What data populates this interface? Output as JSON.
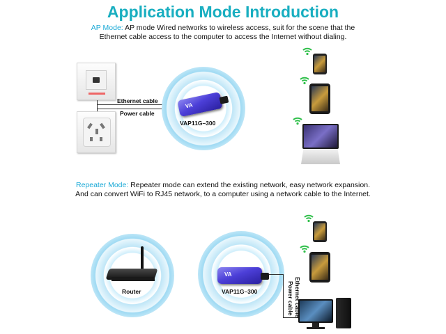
{
  "title": "Application Mode Introduction",
  "ap_mode": {
    "name": "AP Mode:",
    "line1": "AP mode Wired networks to wireless access, suit for the scene that the",
    "line2": "Ethernet cable access to the computer to access the Internet without dialing.",
    "label_ethernet": "Ethernet cable",
    "label_power": "Power cable",
    "device_label": "VAP11G–300"
  },
  "repeater_mode": {
    "name": "Repeater Mode:",
    "line1": "Repeater mode can extend the existing network, easy network expansion.",
    "line2": "And can convert WiFi to RJ45 network, to a computer using a network cable to the Internet.",
    "router_label": "Router",
    "device_label": "VAP11G–300",
    "label_ethernet": "Ethernet cable",
    "label_power": "Power cable"
  },
  "icons": {
    "wifi": "wifi-icon",
    "phone": "smartphone-icon",
    "tablet": "tablet-icon",
    "laptop": "laptop-icon",
    "desktop": "desktop-computer-icon",
    "router": "router-icon",
    "outlet": "power-outlet-icon",
    "ethernet_socket": "ethernet-wall-socket-icon"
  },
  "colors": {
    "title": "#18aec0",
    "mode_name": "#1aa9d6",
    "device": "#4c3fd8",
    "halo": "#9fdaf3",
    "wifi": "#2fbf4a"
  }
}
